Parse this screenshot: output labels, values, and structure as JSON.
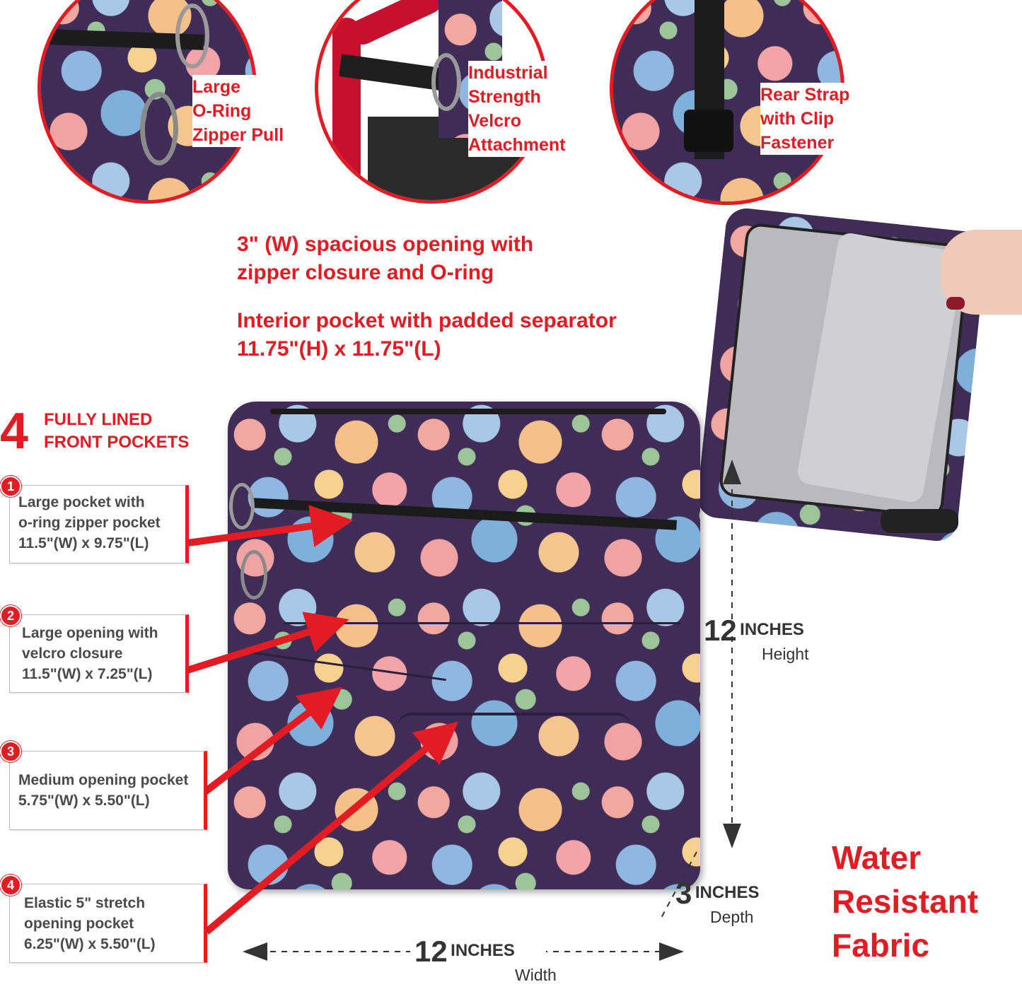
{
  "features": {
    "oring": {
      "lines": [
        "Large",
        "O-Ring",
        "Zipper Pull"
      ]
    },
    "velcro": {
      "lines": [
        "Industrial",
        "Strength",
        "Velcro",
        "Attachment"
      ]
    },
    "strap": {
      "lines": [
        "Rear Strap",
        "with Clip",
        "Fastener"
      ]
    }
  },
  "opening": {
    "lines": [
      "3\" (W) spacious opening with",
      "zipper closure and O-ring"
    ]
  },
  "interior": {
    "lines": [
      "Interior pocket with padded separator",
      "11.75\"(H) x 11.75\"(L)"
    ]
  },
  "pockets_header": {
    "number": "4",
    "lines": [
      "FULLY LINED",
      "FRONT POCKETS"
    ]
  },
  "pockets": [
    {
      "number": "1",
      "lines": [
        "Large pocket with",
        "o-ring zipper pocket",
        "11.5\"(W) x 9.75\"(L)"
      ]
    },
    {
      "number": "2",
      "lines": [
        "Large opening with",
        "velcro closure",
        "11.5\"(W) x 7.25\"(L)"
      ]
    },
    {
      "number": "3",
      "lines": [
        "Medium opening pocket",
        "5.75\"(W) x 5.50\"(L)"
      ]
    },
    {
      "number": "4",
      "lines": [
        "Elastic 5\" stretch",
        "opening pocket",
        "6.25\"(W) x 5.50\"(L)"
      ]
    }
  ],
  "dimensions": {
    "height": {
      "value": "12",
      "unit": "INCHES",
      "label": "Height"
    },
    "depth": {
      "value": "3",
      "unit": "INCHES",
      "label": "Depth"
    },
    "width": {
      "value": "12",
      "unit": "INCHES",
      "label": "Width"
    }
  },
  "fabric": {
    "lines": [
      "Water",
      "Resistant",
      "Fabric"
    ]
  },
  "colors": {
    "accent": "#e31b23",
    "fabric": "#3f2d57",
    "text": "#4a4a4a",
    "lining": "#b9b9bf"
  }
}
